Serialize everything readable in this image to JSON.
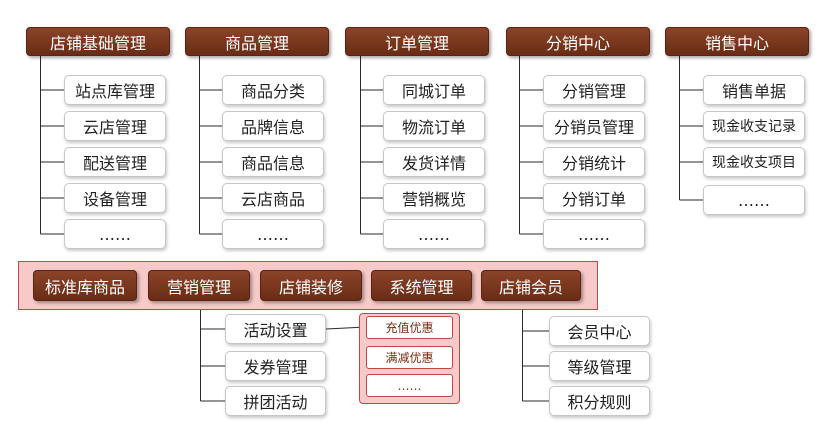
{
  "columns": [
    {
      "title": "店铺基础管理",
      "items": [
        "站点库管理",
        "云店管理",
        "配送管理",
        "设备管理",
        "……"
      ]
    },
    {
      "title": "商品管理",
      "items": [
        "商品分类",
        "品牌信息",
        "商品信息",
        "云店商品",
        "……"
      ]
    },
    {
      "title": "订单管理",
      "items": [
        "同城订单",
        "物流订单",
        "发货详情",
        "营销概览",
        "……"
      ]
    },
    {
      "title": "分销中心",
      "items": [
        "分销管理",
        "分销员管理",
        "分销统计",
        "分销订单",
        "……"
      ]
    },
    {
      "title": "销售中心",
      "items": [
        "销售单据",
        "现金收支记录",
        "现金收支项目",
        "……"
      ]
    }
  ],
  "bar": [
    "标准库商品",
    "营销管理",
    "店铺装修",
    "系统管理",
    "店铺会员"
  ],
  "marketing": {
    "items": [
      "活动设置",
      "发券管理",
      "拼团活动"
    ],
    "sub_items": [
      "充值优惠",
      "满减优惠",
      "……"
    ]
  },
  "member": {
    "items": [
      "会员中心",
      "等级管理",
      "积分规则"
    ]
  }
}
